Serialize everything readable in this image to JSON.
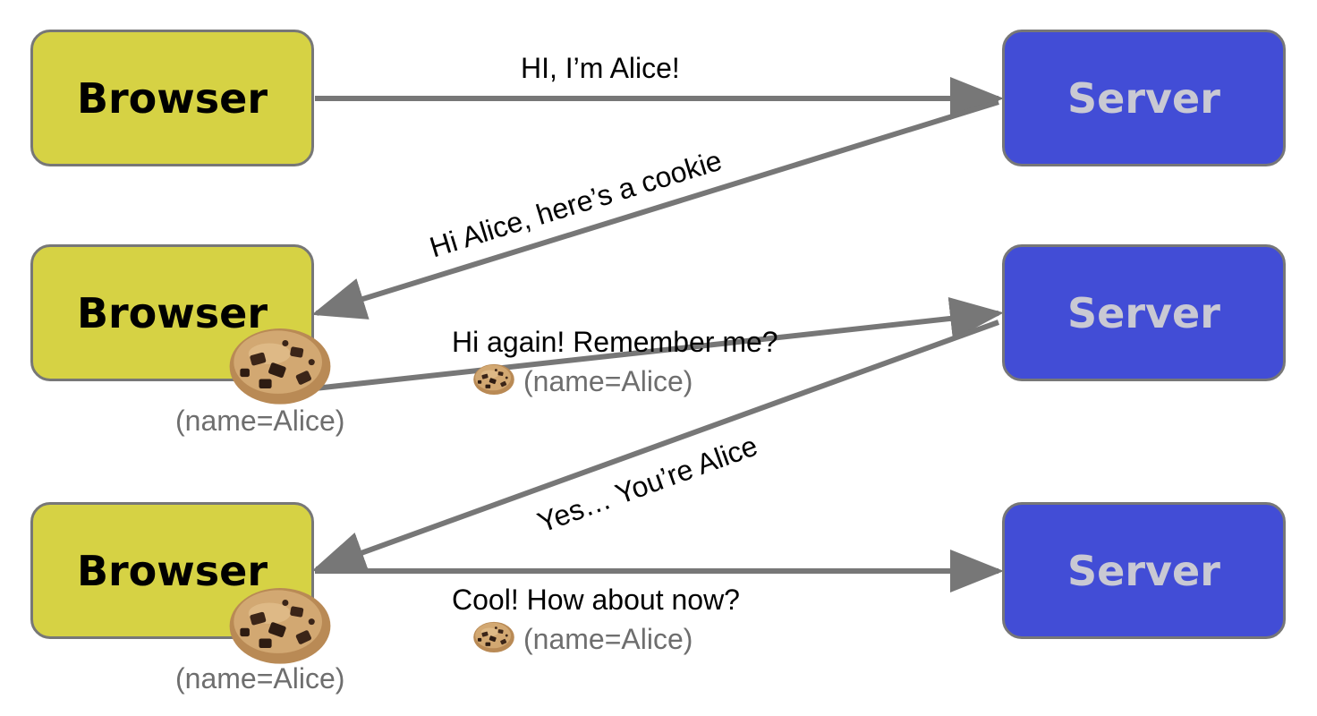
{
  "rows": [
    {
      "browser_label": "Browser",
      "server_label": "Server"
    },
    {
      "browser_label": "Browser",
      "server_label": "Server"
    },
    {
      "browser_label": "Browser",
      "server_label": "Server"
    }
  ],
  "messages": {
    "m1": "HI, I’m Alice!",
    "m2": "Hi Alice, here’s a cookie",
    "m3": "Hi again! Remember me?",
    "m4": "Yes… You’re Alice",
    "m5": "Cool! How about now?"
  },
  "cookie_caption": "(name=Alice)",
  "colors": {
    "browser": "#d6d244",
    "server": "#424dd6",
    "server_text": "#c9c9d3",
    "arrow": "#777777",
    "caption": "#6e6e6e"
  }
}
